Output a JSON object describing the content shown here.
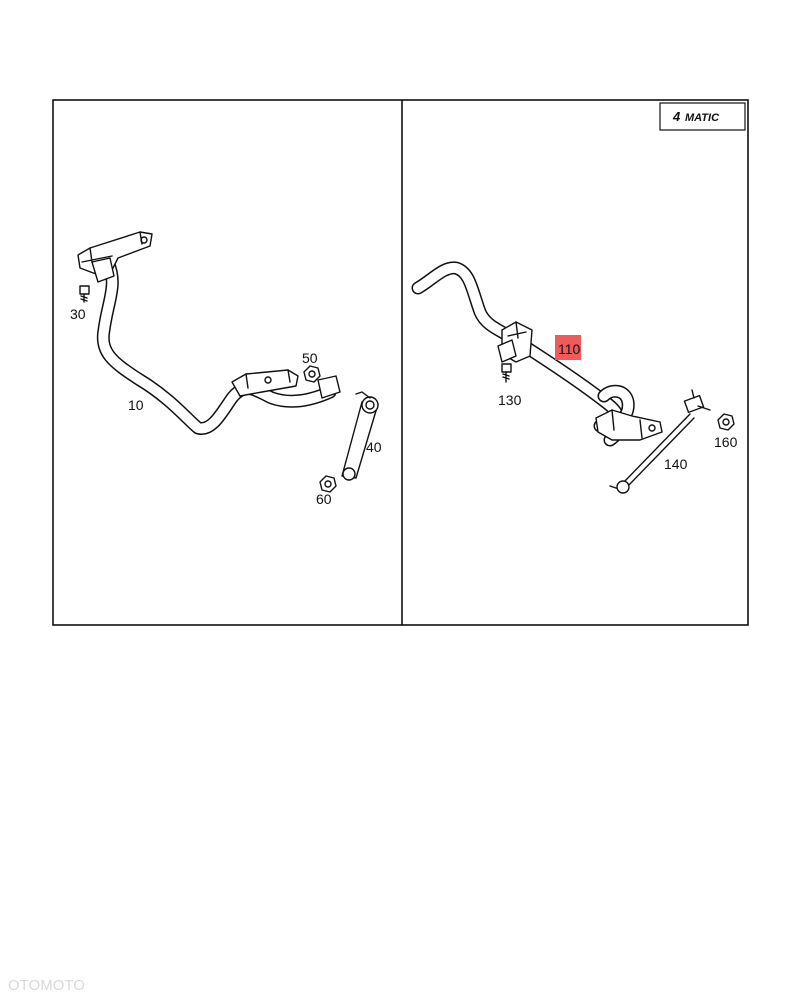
{
  "badge": {
    "prefix": "4",
    "text": "MATIC"
  },
  "left_panel": {
    "labels": {
      "p10": "10",
      "p30": "30",
      "p40": "40",
      "p50": "50",
      "p60": "60"
    }
  },
  "right_panel": {
    "labels": {
      "p110": "110",
      "p130": "130",
      "p140": "140",
      "p160": "160"
    },
    "highlight_color": "#f05a5a"
  },
  "watermark": "OTOMOTO"
}
